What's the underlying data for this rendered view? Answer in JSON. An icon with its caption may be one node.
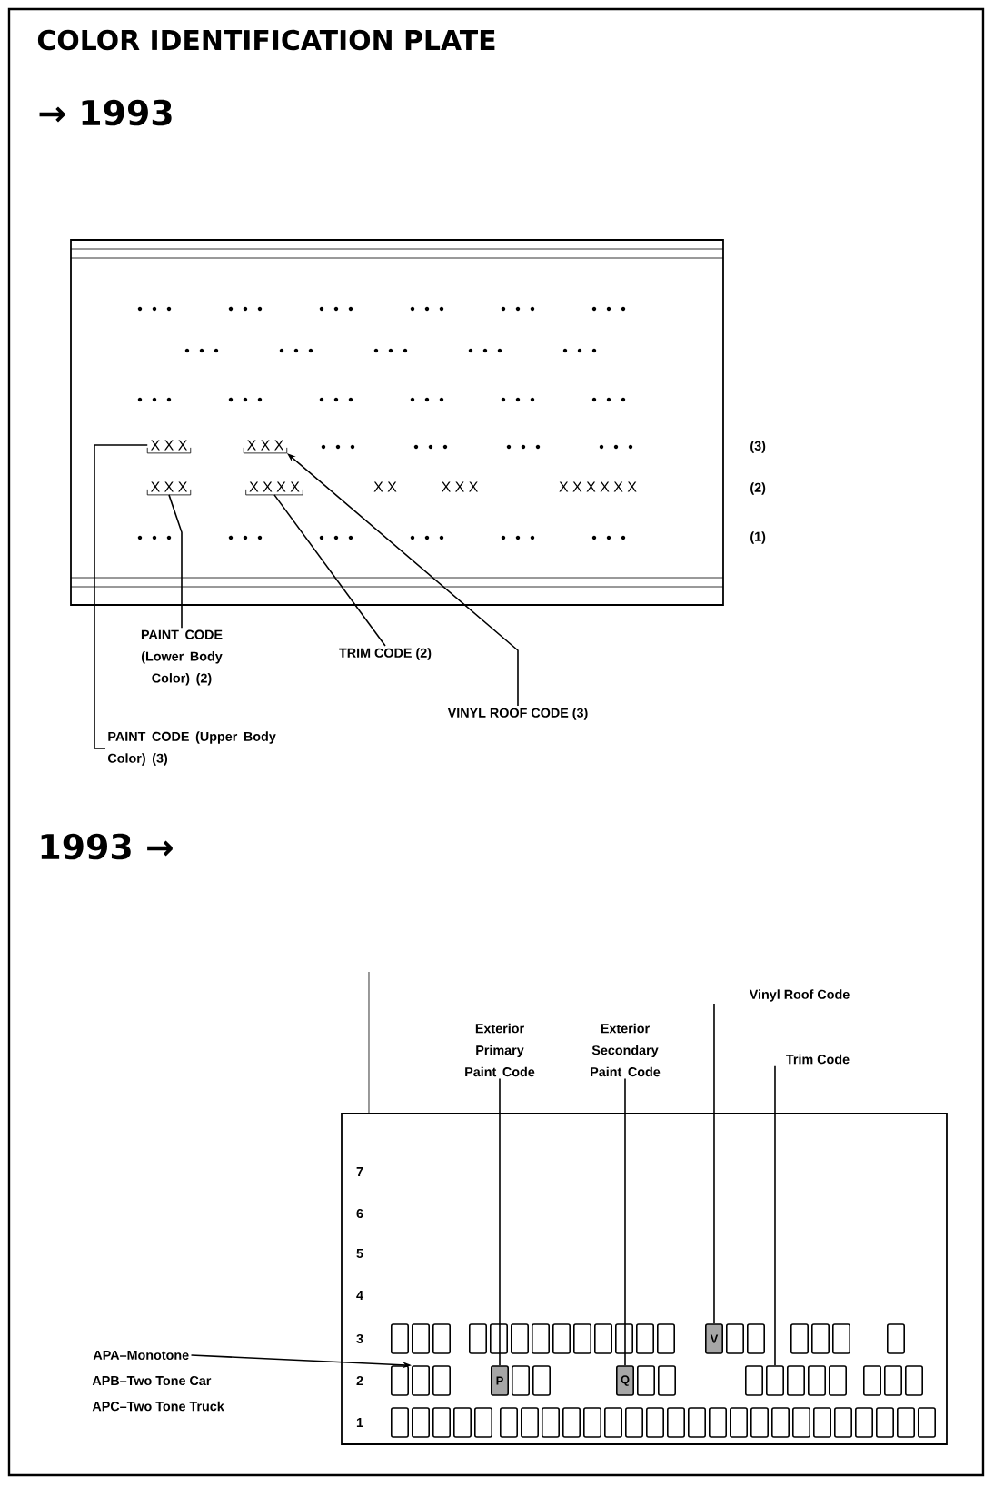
{
  "diagram": {
    "title": "COLOR IDENTIFICATION PLATE",
    "nodes": [
      {
        "text": [
          "PAINT CODE (Lower Body Color) (2)"
        ]
      },
      {
        "text": [
          "TRIM CODE (2)"
        ]
      },
      {
        "text": [
          "VINYL ROOF CODE (3)"
        ]
      },
      {
        "text": [
          "PAINT CODE (Upper Body Color) (3)"
        ]
      },
      {
        "text": [
          "X X X"
        ]
      },
      {
        "text": [
          "X X X"
        ]
      },
      {
        "text": [
          "X X X"
        ]
      },
      {
        "text": [
          "X X X X"
        ]
      },
      {
        "text": [
          "Exterior Primary Paint Code"
        ]
      },
      {
        "text": [
          "Exterior Secondary Paint Code"
        ]
      },
      {
        "text": [
          "Vinyl Roof Code"
        ]
      },
      {
        "text": [
          "Trim Code"
        ]
      },
      {
        "text": [
          "APA–Monotone"
        ]
      },
      {
        "text": [
          "V"
        ]
      },
      {
        "text": [],
        "shape": "box"
      },
      {
        "text": [
          "P"
        ]
      },
      {
        "text": [
          "Q"
        ]
      },
      {
        "text": [],
        "shape": "box"
      }
    ],
    "edges": [
      {
        "from": 3,
        "to": 4,
        "arrow": "none"
      },
      {
        "from": 0,
        "to": 6,
        "arrow": "none"
      },
      {
        "from": 1,
        "to": 7,
        "arrow": "none"
      },
      {
        "from": 2,
        "to": 5,
        "arrow": "to"
      },
      {
        "from": 8,
        "to": 15,
        "arrow": "none"
      },
      {
        "from": 9,
        "to": 16,
        "arrow": "none"
      },
      {
        "from": 10,
        "to": 13,
        "arrow": "none"
      },
      {
        "from": 11,
        "to": 17,
        "arrow": "none"
      },
      {
        "from": 12,
        "to": 14,
        "arrow": "to"
      }
    ],
    "labels": [
      "→ 1993",
      "(3)",
      "X X",
      "X X X",
      "X X X X X X",
      "(2)",
      "(1)",
      "1993 →",
      "7",
      "6",
      "5",
      "4",
      "3",
      "2",
      "1",
      "APB–Two Tone Car",
      "APC–Two Tone Truck"
    ]
  }
}
